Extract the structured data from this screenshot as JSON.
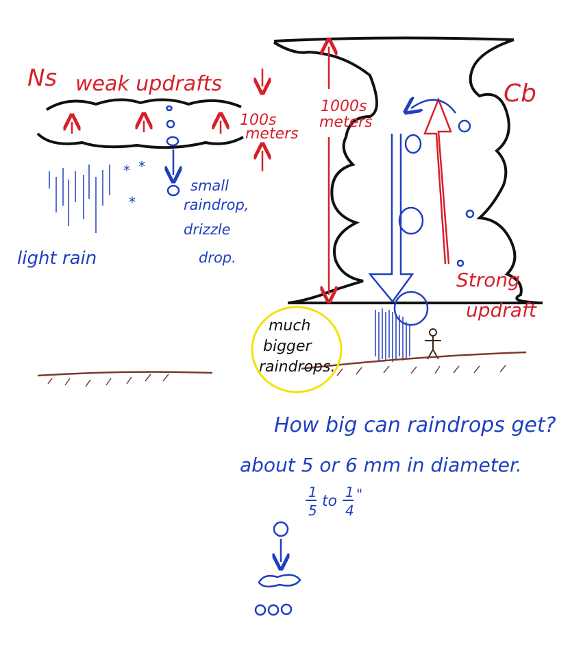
{
  "colors": {
    "red_ink": "#d6202a",
    "blue_ink": "#1f3fbf",
    "black_ink": "#111111",
    "brown_ground": "#7a3a2a",
    "yellow_highlight": "#f2e200"
  },
  "left": {
    "cloud_label": "Ns",
    "updraft_label": "weak updrafts",
    "thickness_label_1": "100s",
    "thickness_label_2": "meters",
    "drop_label_1": "small",
    "drop_label_2": "raindrop,",
    "drop_label_3": "drizzle",
    "drop_label_4": "drop.",
    "rain_label": "light rain"
  },
  "right": {
    "cloud_label": "Cb",
    "thickness_label_1": "1000s",
    "thickness_label_2": "meters",
    "updraft_label_1": "Strong",
    "updraft_label_2": "updraft",
    "circled_label_1": "much",
    "circled_label_2": "bigger",
    "circled_label_3": "raindrops."
  },
  "bottom": {
    "question": "How big can raindrops get?",
    "answer": "about  5 or 6 mm  in diameter.",
    "fraction_1_num": "1",
    "fraction_1_den": "5",
    "fraction_to": "to",
    "fraction_2_num": "1",
    "fraction_2_den": "4",
    "inch_mark": "\""
  }
}
